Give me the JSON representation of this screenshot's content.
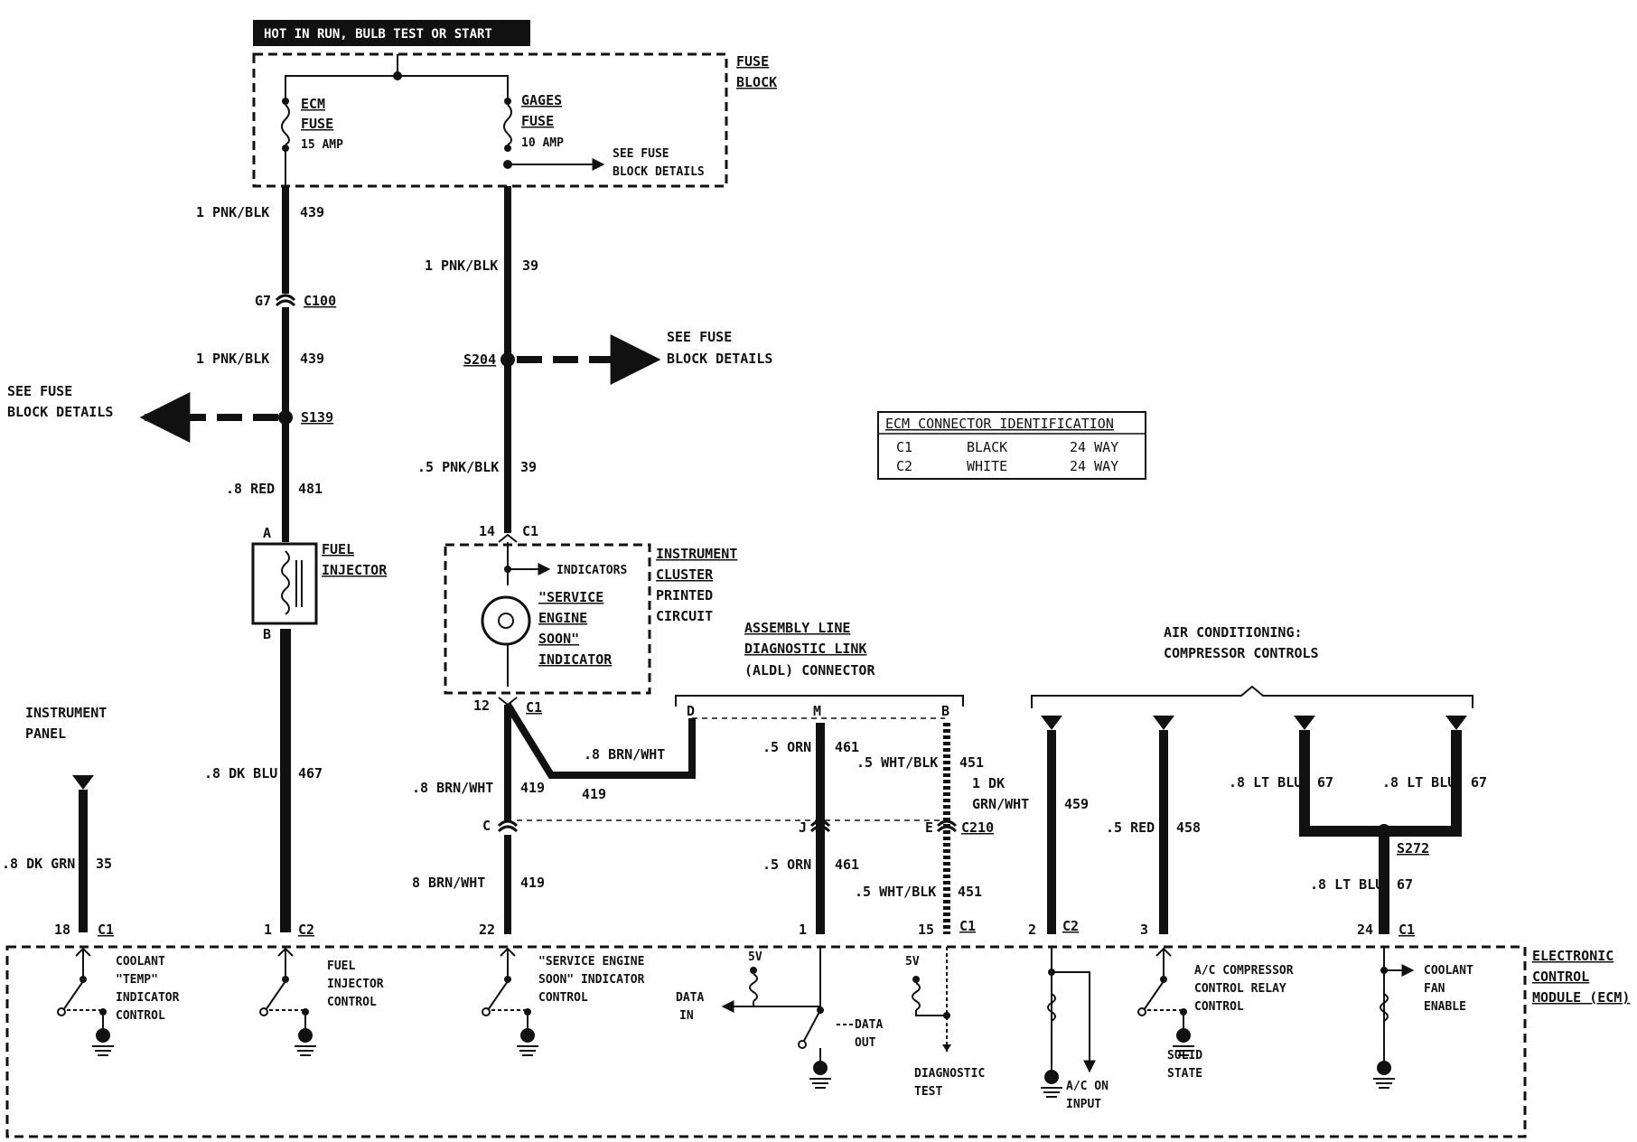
{
  "banner": "HOT IN RUN, BULB TEST OR START",
  "fuse_block": {
    "label1": "FUSE",
    "label2": "BLOCK",
    "ecm_fuse": [
      "ECM",
      "FUSE",
      "15 AMP"
    ],
    "gages_fuse": [
      "GAGES",
      "FUSE",
      "10 AMP"
    ],
    "see1": "SEE FUSE",
    "see2": "BLOCK DETAILS"
  },
  "left_wire": {
    "w1": "1 PNK/BLK",
    "c1": "439",
    "g7": "G7",
    "c100": "C100",
    "w2": "1 PNK/BLK",
    "c2": "439",
    "see1": "SEE FUSE",
    "see2": "BLOCK DETAILS",
    "s139": "S139",
    "w3": ".8 RED",
    "c3": "481",
    "pinA": "A",
    "pinB": "B",
    "inj1": "FUEL",
    "inj2": "INJECTOR",
    "w4": ".8 DK BLU",
    "c4": "467"
  },
  "mid_wire": {
    "w1": "1 PNK/BLK",
    "c1": "39",
    "s204": "S204",
    "see1": "SEE FUSE",
    "see2": "BLOCK DETAILS",
    "w2": ".5 PNK/BLK",
    "c2": "39",
    "p14": "14",
    "c1a": "C1",
    "indicators": "INDICATORS",
    "ses": [
      "\"SERVICE",
      "ENGINE",
      "SOON\"",
      "INDICATOR"
    ],
    "cluster": [
      "INSTRUMENT",
      "CLUSTER",
      "PRINTED",
      "CIRCUIT"
    ],
    "p12": "12",
    "c1b": "C1",
    "w3": ".8 BRN/WHT",
    "c3": "419",
    "w3b": ".8 BRN/WHT",
    "c3b": "419",
    "pC": "C",
    "w4": "8 BRN/WHT",
    "c4": "419"
  },
  "aldl": {
    "title": [
      "ASSEMBLY LINE",
      "DIAGNOSTIC LINK",
      "(ALDL) CONNECTOR"
    ],
    "pD": "D",
    "pM": "M",
    "pB": "B",
    "pJ": "J",
    "pE": "E",
    "c210": "C210",
    "orn1": ".5 ORN",
    "n461a": "461",
    "orn2": ".5 ORN",
    "n461b": "461",
    "wb1": ".5 WHT/BLK",
    "n451a": "451",
    "wb2": ".5 WHT/BLK",
    "n451b": "451"
  },
  "ac": {
    "title": [
      "AIR CONDITIONING:",
      "COMPRESSOR CONTROLS"
    ],
    "dkgrn": [
      "1 DK",
      "GRN/WHT"
    ],
    "n459": "459",
    "red": ".5 RED",
    "n458": "458",
    "lb1": ".8 LT BLU",
    "n67a": "67",
    "lb2": ".8 LT BLU",
    "n67b": "67",
    "s272": "S272",
    "lb3": ".8 LT BLU",
    "n67c": "67"
  },
  "ip": {
    "label": [
      "INSTRUMENT",
      "PANEL"
    ],
    "wire": ".8 DK GRN",
    "n35": "35"
  },
  "ecm_table": {
    "title": "ECM CONNECTOR IDENTIFICATION",
    "rows": [
      [
        "C1",
        "BLACK",
        "24 WAY"
      ],
      [
        "C2",
        "WHITE",
        "24 WAY"
      ]
    ]
  },
  "pins": {
    "p18": "18",
    "c1": "C1",
    "p1": "1",
    "c2": "C2",
    "p22": "22",
    "p1b": "1",
    "p15": "15",
    "c1b": "C1",
    "p2": "2",
    "c2b": "C2",
    "p3": "3",
    "p24": "24",
    "c1c": "C1"
  },
  "ecm": {
    "label": [
      "ELECTRONIC",
      "CONTROL",
      "MODULE (ECM)"
    ],
    "coolant": [
      "COOLANT",
      "\"TEMP\"",
      "INDICATOR",
      "CONTROL"
    ],
    "fuel": [
      "FUEL",
      "INJECTOR",
      "CONTROL"
    ],
    "ses": [
      "\"SERVICE ENGINE",
      "SOON\" INDICATOR",
      "CONTROL"
    ],
    "data_in": [
      "DATA",
      "IN"
    ],
    "data_out": [
      "DATA",
      "OUT"
    ],
    "diag": [
      "DIAGNOSTIC",
      "TEST"
    ],
    "v5a": "5V",
    "v5b": "5V",
    "acon": [
      "A/C ON",
      "INPUT"
    ],
    "acrelay": [
      "A/C COMPRESSOR",
      "CONTROL RELAY",
      "CONTROL"
    ],
    "solid": [
      "SOLID",
      "STATE"
    ],
    "fan": [
      "COOLANT",
      "FAN",
      "ENABLE"
    ]
  }
}
